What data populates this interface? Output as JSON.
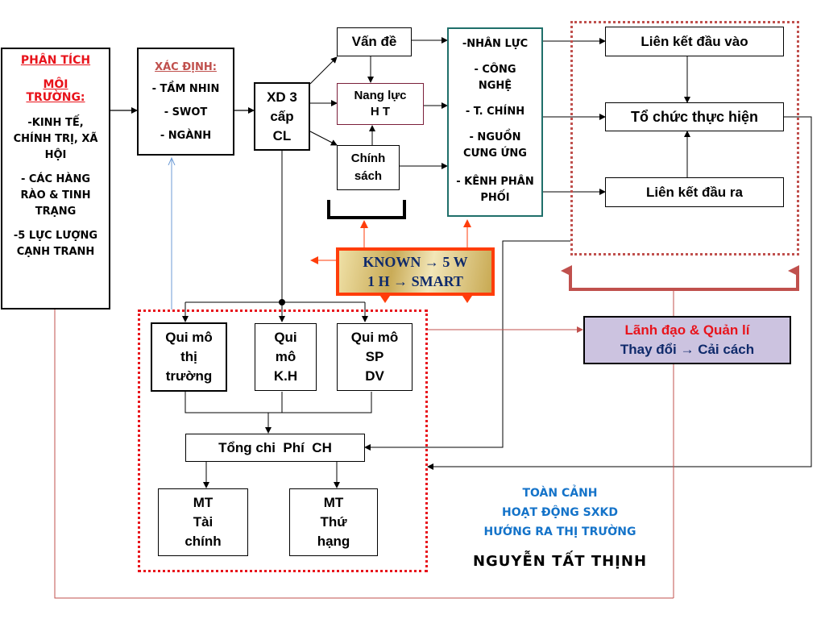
{
  "colors": {
    "accent_red": "#e8131b",
    "dark_red": "#c0504d",
    "teal": "#1f6f6a",
    "plum": "#7b1f3a",
    "navy": "#0f2a6b",
    "orange_red": "#ff3d0a",
    "gold": "#d8c27a",
    "lavender": "#ccc3e0",
    "blue_title": "#1473c9",
    "light_blue_line": "#6d9bd6"
  },
  "environment_analysis": {
    "title_line1": "PHÂN TÍCH",
    "title_line2": "MÔI",
    "title_line3": "TRƯỜNG:",
    "items": [
      "-KINH TẾ, CHÍNH TRỊ, XÃ HỘI",
      "- CÁC HÀNG RÀO & TINH TRẠNG",
      "-5 LỰC LƯỢNG CẠNH TRANH"
    ]
  },
  "define_box": {
    "title": "XÁC ĐỊNH:",
    "items": [
      "- TẦM NHIN",
      "- SWOT",
      "- NGÀNH"
    ]
  },
  "strategy_box": {
    "line1": "XD 3",
    "line2": "cấp",
    "line3": "CL"
  },
  "problem_box": {
    "label": "Vấn đề"
  },
  "capability_box": {
    "line1": "Nang lực",
    "line2": "H T"
  },
  "policy_box": {
    "line1": "Chính",
    "line2": "sách"
  },
  "resources_box": {
    "items": [
      "-NHÂN LỰC",
      "- CÔNG NGHỆ",
      "- T. CHÍNH",
      "- NGUỒN CƯNG ỨNG",
      "- KÊNH PHÂN PHỐI"
    ]
  },
  "implementation": {
    "input_link": "Liên kết đầu vào",
    "organize": "Tổ chức thực hiện",
    "output_link": "Liên kết đầu ra"
  },
  "known_box": {
    "line1": "KNOWN → 5 W",
    "line2": "1 H → SMART"
  },
  "leadership_box": {
    "line1": "Lãnh đạo & Quản lí",
    "line2": "Thay đổi → Cải cách"
  },
  "scale_boxes": [
    {
      "lines": [
        "Qui mô",
        "thị",
        "trường"
      ]
    },
    {
      "lines": [
        "Qui",
        "mô",
        "K.H"
      ]
    },
    {
      "lines": [
        "Qui mô",
        "SP",
        "DV"
      ]
    }
  ],
  "total_cost_box": {
    "label": "Tổng chi  Phí  CH"
  },
  "target_boxes": [
    {
      "lines": [
        "MT",
        "Tài",
        "chính"
      ]
    },
    {
      "lines": [
        "MT",
        "Thứ",
        "hạng"
      ]
    }
  ],
  "caption": {
    "line1": "TOÀN CẢNH",
    "line2": "HOẠT ĐỘNG SXKD",
    "line3": "HƯỚNG RA THỊ TRƯỜNG",
    "author": "NGUYỄN TẤT THỊNH"
  }
}
